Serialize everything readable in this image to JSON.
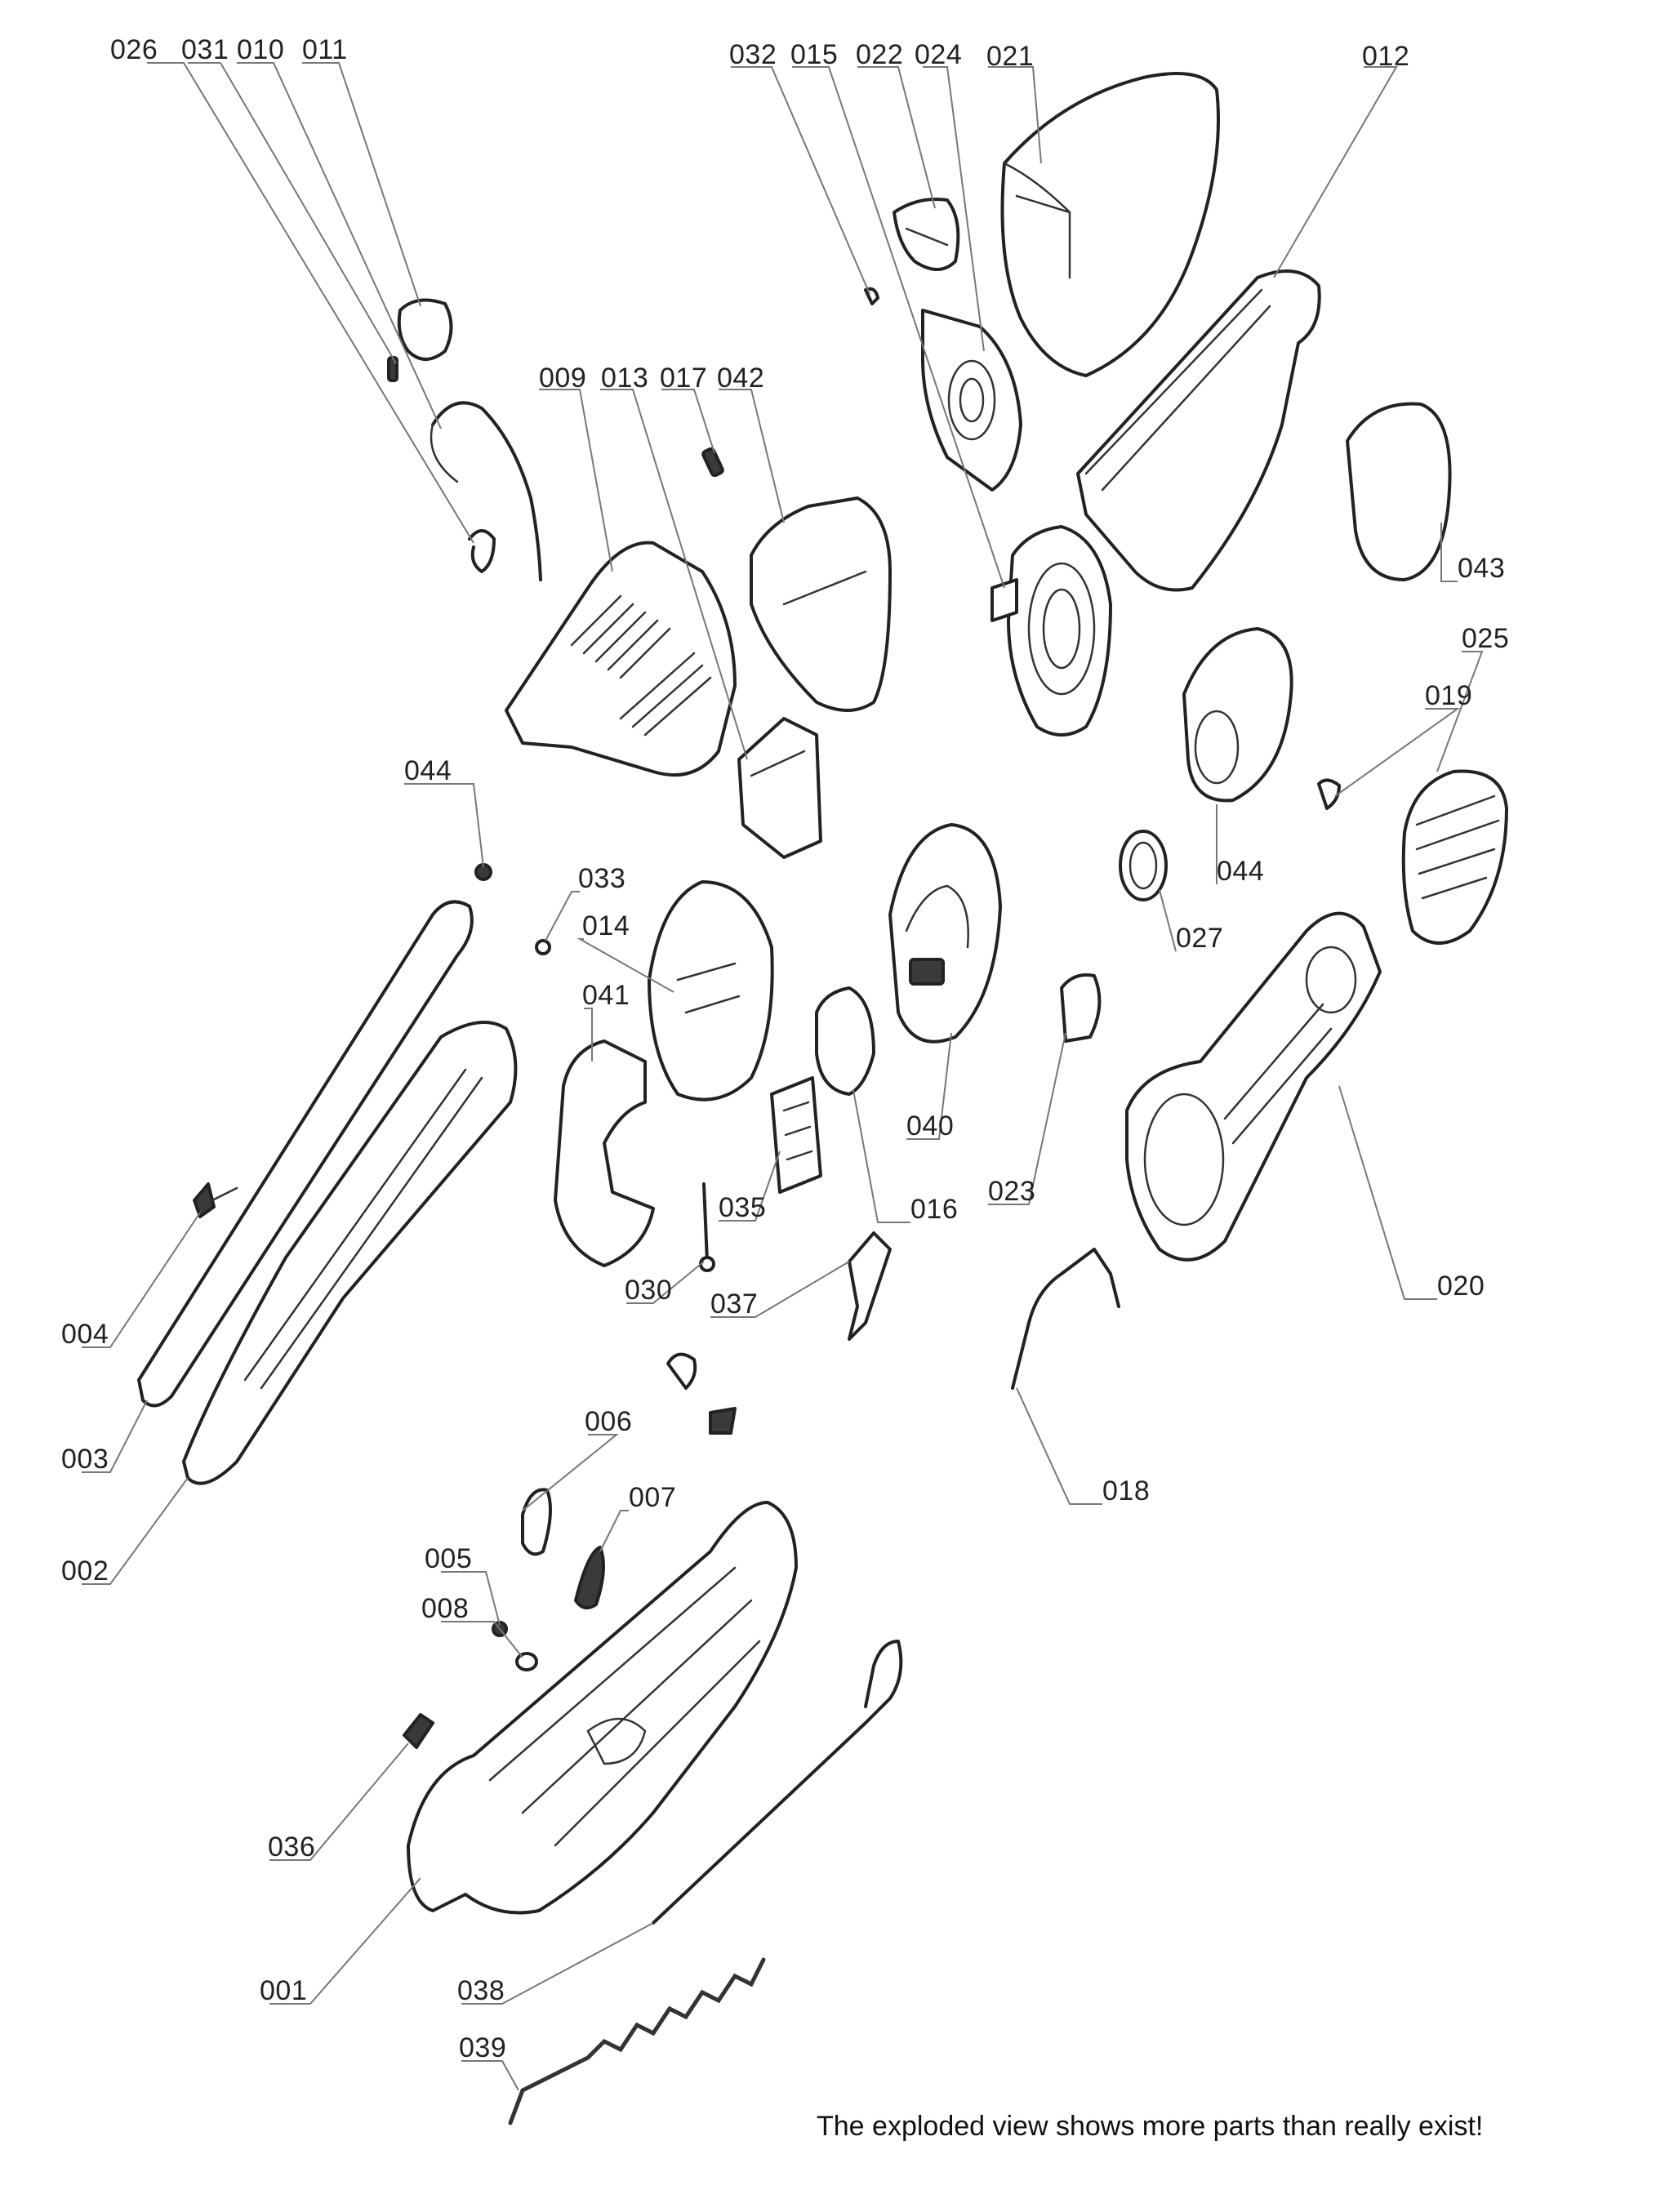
{
  "diagram": {
    "labels": [
      {
        "id": "026",
        "text": "026"
      },
      {
        "id": "031",
        "text": "031"
      },
      {
        "id": "010",
        "text": "010"
      },
      {
        "id": "011",
        "text": "011"
      },
      {
        "id": "032",
        "text": "032"
      },
      {
        "id": "015",
        "text": "015"
      },
      {
        "id": "022",
        "text": "022"
      },
      {
        "id": "024",
        "text": "024"
      },
      {
        "id": "021",
        "text": "021"
      },
      {
        "id": "012",
        "text": "012"
      },
      {
        "id": "009",
        "text": "009"
      },
      {
        "id": "013",
        "text": "013"
      },
      {
        "id": "017",
        "text": "017"
      },
      {
        "id": "042",
        "text": "042"
      },
      {
        "id": "043",
        "text": "043"
      },
      {
        "id": "025",
        "text": "025"
      },
      {
        "id": "019",
        "text": "019"
      },
      {
        "id": "044a",
        "text": "044"
      },
      {
        "id": "044b",
        "text": "044"
      },
      {
        "id": "033",
        "text": "033"
      },
      {
        "id": "014",
        "text": "014"
      },
      {
        "id": "041",
        "text": "041"
      },
      {
        "id": "027",
        "text": "027"
      },
      {
        "id": "040",
        "text": "040"
      },
      {
        "id": "035",
        "text": "035"
      },
      {
        "id": "016",
        "text": "016"
      },
      {
        "id": "023",
        "text": "023"
      },
      {
        "id": "020",
        "text": "020"
      },
      {
        "id": "030",
        "text": "030"
      },
      {
        "id": "037",
        "text": "037"
      },
      {
        "id": "004",
        "text": "004"
      },
      {
        "id": "003",
        "text": "003"
      },
      {
        "id": "006",
        "text": "006"
      },
      {
        "id": "007",
        "text": "007"
      },
      {
        "id": "018",
        "text": "018"
      },
      {
        "id": "002",
        "text": "002"
      },
      {
        "id": "005",
        "text": "005"
      },
      {
        "id": "008",
        "text": "008"
      },
      {
        "id": "036",
        "text": "036"
      },
      {
        "id": "001",
        "text": "001"
      },
      {
        "id": "038",
        "text": "038"
      },
      {
        "id": "039",
        "text": "039"
      }
    ],
    "note": "The exploded view shows more parts than really exist!"
  }
}
